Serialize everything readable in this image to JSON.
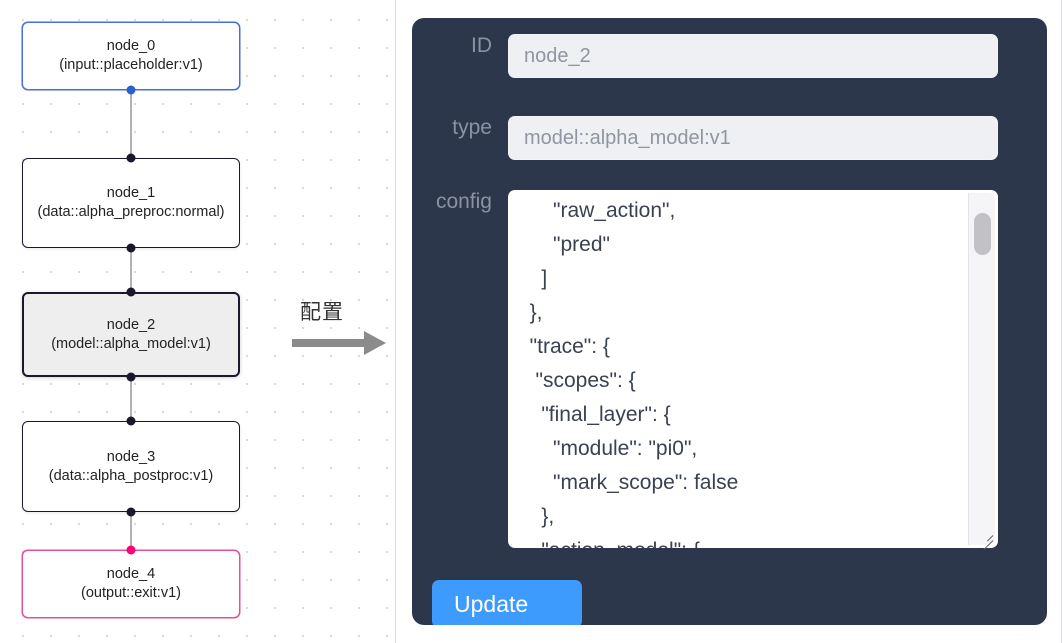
{
  "canvas": {
    "nodes": [
      {
        "id": "node_0",
        "type": "(input::placeholder:v1)",
        "state": "input"
      },
      {
        "id": "node_1",
        "type": "(data::alpha_preproc:normal)",
        "state": "default"
      },
      {
        "id": "node_2",
        "type": "(model::alpha_model:v1)",
        "state": "selected"
      },
      {
        "id": "node_3",
        "type": "(data::alpha_postproc:v1)",
        "state": "default"
      },
      {
        "id": "node_4",
        "type": "(output::exit:v1)",
        "state": "output"
      }
    ]
  },
  "annotation": {
    "label": "配置",
    "arrow_icon": "arrow-right-icon"
  },
  "panel": {
    "fields": {
      "id": {
        "label": "ID",
        "value": "node_2"
      },
      "type": {
        "label": "type",
        "value": "model::alpha_model:v1"
      },
      "config": {
        "label": "config",
        "value": "      \"raw_action\",\n      \"pred\"\n    ]\n  },\n  \"trace\": {\n   \"scopes\": {\n    \"final_layer\": {\n      \"module\": \"pi0\",\n      \"mark_scope\": false\n    },\n    \"action_model\": {"
      }
    },
    "update_button": {
      "label": "Update"
    }
  },
  "colors": {
    "panel_bg": "#2d374b",
    "input_bg": "#eef0f4",
    "accent_button": "#3d9bfd",
    "node_input_border": "#4a6fd4",
    "node_output_border": "#e0519a",
    "node_default_border": "#1a192b",
    "node_selected_bg": "#eeeeee",
    "edge_line": "#b1b1b7",
    "handle": "#1a192b",
    "handle_input": "#2a5fd6",
    "handle_output": "#ff0072",
    "grid_dot": "#d8d8dd"
  }
}
